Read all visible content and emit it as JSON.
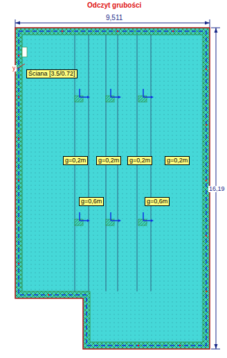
{
  "diagram": {
    "title": "Odczyt grubości",
    "nodes": [
      {
        "text": [
          "Ściana [3.5/0.72]"
        ]
      },
      {
        "text": [
          "g=0,2m"
        ]
      },
      {
        "text": [
          "g=0,2m"
        ]
      },
      {
        "text": [
          "g=0,2m"
        ]
      },
      {
        "text": [
          "g=0,2m"
        ]
      },
      {
        "text": [
          "g=0,6m"
        ]
      },
      {
        "text": [
          "g=0,6m"
        ]
      }
    ],
    "labels": [
      "9,511",
      "16,19",
      "y"
    ]
  }
}
